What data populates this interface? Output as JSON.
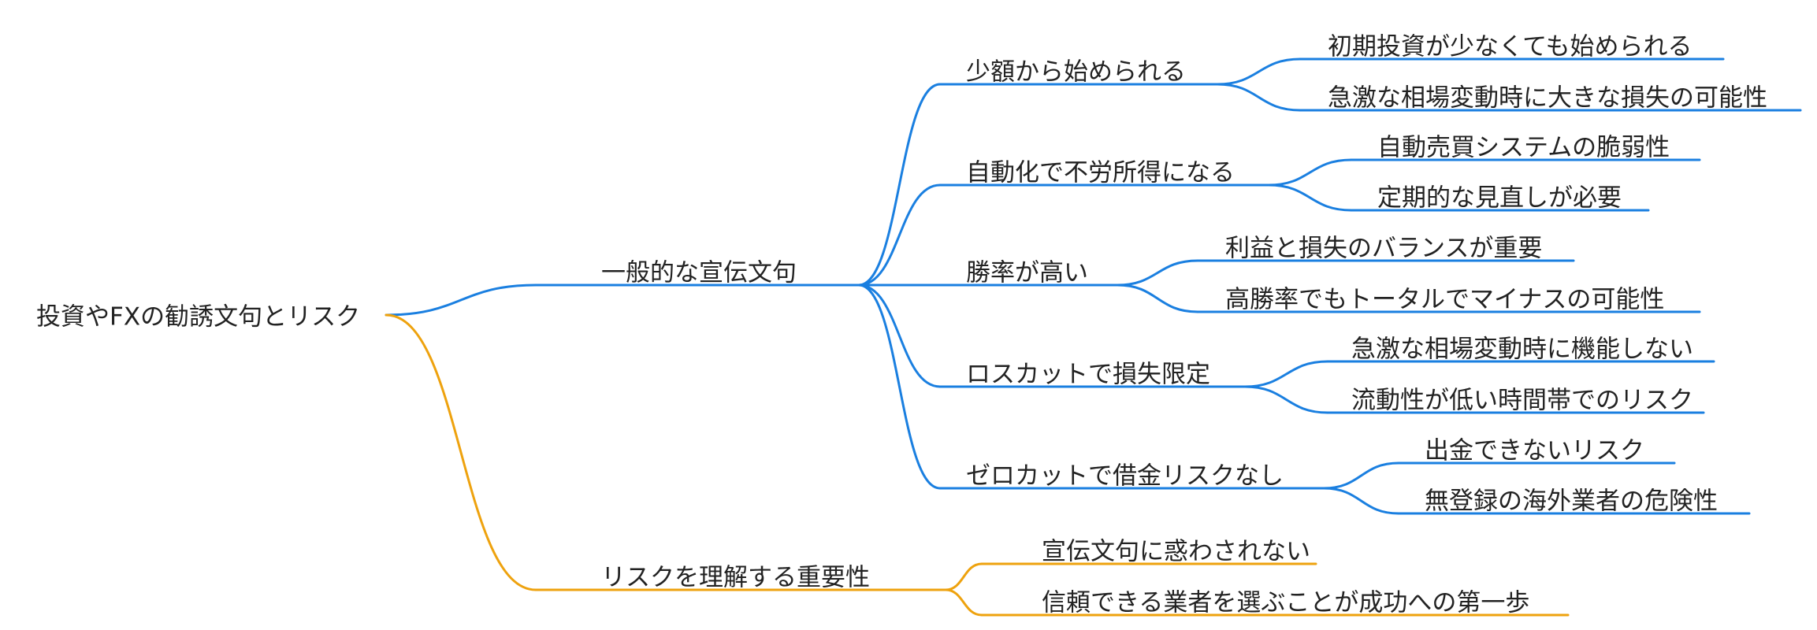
{
  "colors": {
    "branch_blue": "#1a7fe0",
    "branch_orange": "#eea20e",
    "text": "#222222",
    "background": "#ffffff"
  },
  "mindmap": {
    "root": "投資やFXの勧誘文句とリスク",
    "branches": [
      {
        "label": "一般的な宣伝文句",
        "color": "#1a7fe0",
        "children": [
          {
            "label": "少額から始められる",
            "children": [
              "初期投資が少なくても始められる",
              "急激な相場変動時に大きな損失の可能性"
            ]
          },
          {
            "label": "自動化で不労所得になる",
            "children": [
              "自動売買システムの脆弱性",
              "定期的な見直しが必要"
            ]
          },
          {
            "label": "勝率が高い",
            "children": [
              "利益と損失のバランスが重要",
              "高勝率でもトータルでマイナスの可能性"
            ]
          },
          {
            "label": "ロスカットで損失限定",
            "children": [
              "急激な相場変動時に機能しない",
              "流動性が低い時間帯でのリスク"
            ]
          },
          {
            "label": "ゼロカットで借金リスクなし",
            "children": [
              "出金できないリスク",
              "無登録の海外業者の危険性"
            ]
          }
        ]
      },
      {
        "label": "リスクを理解する重要性",
        "color": "#eea20e",
        "children": [
          {
            "label": "宣伝文句に惑わされない",
            "children": []
          },
          {
            "label": "信頼できる業者を選ぶことが成功への第一歩",
            "children": []
          }
        ]
      }
    ]
  }
}
